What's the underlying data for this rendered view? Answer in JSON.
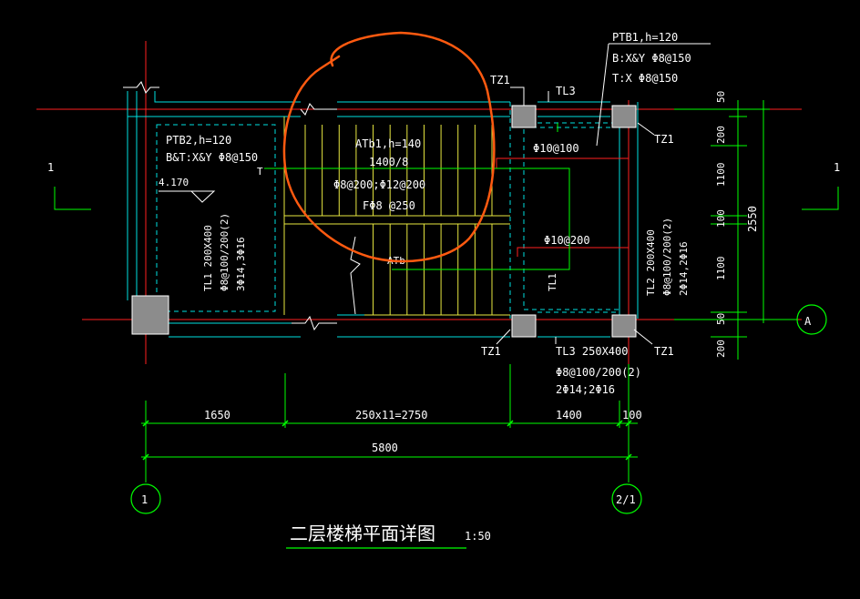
{
  "title": {
    "text": "二层楼梯平面详图",
    "scale": "1:50"
  },
  "labels": {
    "ptb1": [
      "PTB1,h=120",
      "B:X&Y  Φ8@150",
      "T:X  Φ8@150"
    ],
    "ptb2": [
      "PTB2,h=120",
      "B&T:X&Y  Φ8@150"
    ],
    "atb1": [
      "ATb1,h=140",
      "1400/8",
      "Φ8@200;Φ12@200",
      "FΦ8  @250"
    ],
    "tz1": "TZ1",
    "tl3_top": "TL3",
    "tl3": [
      "TL3 250X400",
      "Φ8@100/200(2)",
      "2Φ14;2Φ16"
    ],
    "tl1": [
      "TL1 200X400",
      "Φ8@100/200(2)",
      "3Φ14,3Φ16"
    ],
    "tl2": [
      "TL2 200X400",
      "Φ8@100/200(2)",
      "2Φ14,2Φ16"
    ],
    "tl1_small": "TL1",
    "atb_small": "ATb",
    "phi10_100": "Φ10@100",
    "phi10_200": "Φ10@200",
    "elev": "4.170",
    "section_left": "1",
    "section_right": "1",
    "t_mark": "T"
  },
  "dims": {
    "bottom": [
      "1650",
      "250x11=2750",
      "1400",
      "100"
    ],
    "total": "5800",
    "right": [
      "50",
      "200",
      "1100",
      "100",
      "1100",
      "50",
      "200"
    ],
    "right_total": "2550"
  },
  "axes": {
    "left": "1",
    "right": "2/1",
    "side": "A"
  },
  "colors": {
    "background": "#000000",
    "wall": "#00ffff",
    "axis": "#ff0000",
    "stair": "#ffff00",
    "dim": "#00ff00",
    "column": "#808080",
    "rebar": "#ff0000",
    "annotation": "#ff5500",
    "text": "#ffffff"
  }
}
